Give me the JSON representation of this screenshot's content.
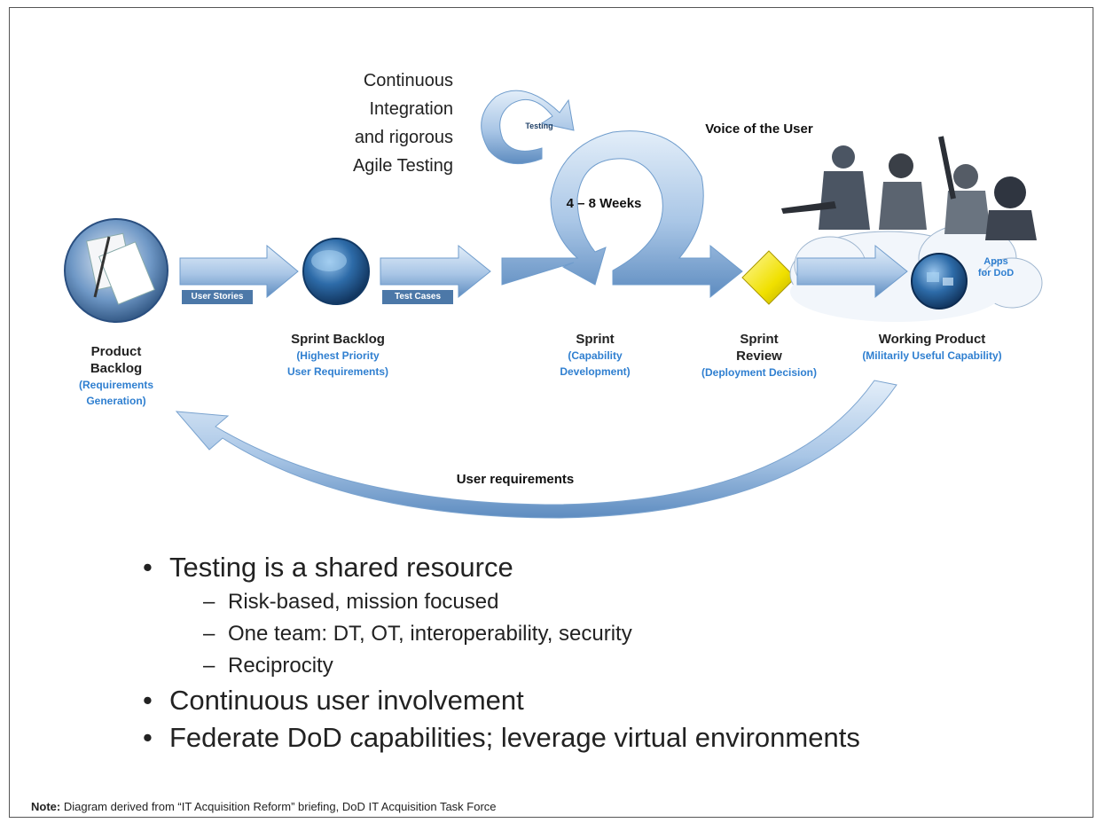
{
  "continuous_integration": {
    "lines": [
      "Continuous",
      "Integration",
      "and rigorous",
      "Agile Testing"
    ]
  },
  "loop": {
    "testing_label": "Testing",
    "duration": "4 – 8 Weeks"
  },
  "voice_of_user": "Voice of the User",
  "flow": {
    "user_stories": "User Stories",
    "test_cases": "Test Cases",
    "apps_for_dod": [
      "Apps",
      "for DoD"
    ]
  },
  "stages": {
    "product_backlog": {
      "title": [
        "Product",
        "Backlog"
      ],
      "sub": [
        "(Requirements",
        "Generation)"
      ]
    },
    "sprint_backlog": {
      "title": [
        "Sprint Backlog"
      ],
      "sub": [
        "(Highest Priority",
        "User Requirements)"
      ]
    },
    "sprint": {
      "title": [
        "Sprint"
      ],
      "sub": [
        "(Capability",
        "Development)"
      ]
    },
    "sprint_review": {
      "title": [
        "Sprint",
        "Review"
      ],
      "sub": [
        "(Deployment Decision)"
      ]
    },
    "working_product": {
      "title": [
        "Working Product"
      ],
      "sub": [
        "(Militarily Useful Capability)"
      ]
    }
  },
  "feedback_label": "User requirements",
  "bullets": [
    {
      "text": "Testing is a shared resource",
      "children": [
        "Risk-based, mission focused",
        "One team: DT, OT, interoperability, security",
        "Reciprocity"
      ]
    },
    {
      "text": "Continuous user involvement",
      "children": []
    },
    {
      "text": "Federate DoD capabilities; leverage virtual environments",
      "children": []
    }
  ],
  "note": {
    "label": "Note:",
    "text": " Diagram derived from  “IT Acquisition Reform” briefing, DoD IT Acquisition Task Force"
  },
  "colors": {
    "arrow_light": "#c9def2",
    "arrow_dark": "#6f9ccc",
    "diamond": "#f0e000",
    "sub_text": "#2f7fd0"
  }
}
